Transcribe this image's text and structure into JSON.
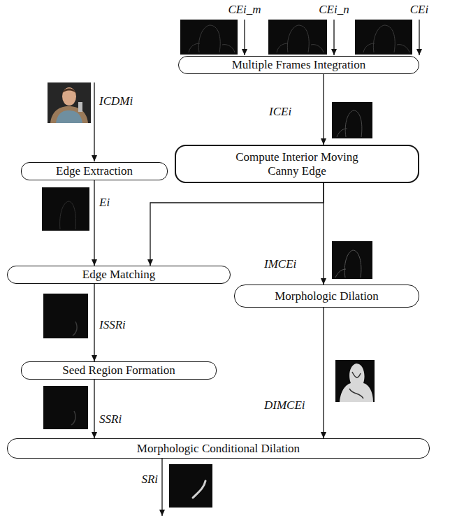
{
  "diagram": {
    "nodes": [
      {
        "text": [
          "Multiple Frames Integration"
        ]
      },
      {
        "text": [
          "Edge Extraction"
        ]
      },
      {
        "text": [
          "Compute Interior Moving Canny Edge"
        ]
      },
      {
        "text": [
          "Edge Matching"
        ]
      },
      {
        "text": [
          "Morphologic Dilation"
        ]
      },
      {
        "text": [
          "Seed Region Formation"
        ]
      },
      {
        "text": [
          "Morphologic Conditional Dilation"
        ]
      }
    ],
    "edges": [
      {
        "from": 0,
        "to": 2,
        "arrow": "to",
        "label": "ICEi"
      },
      {
        "from": 1,
        "to": 3,
        "arrow": "to",
        "label": "Ei"
      },
      {
        "from": 2,
        "to": 3,
        "arrow": "to"
      },
      {
        "from": 2,
        "to": 4,
        "arrow": "to",
        "label": "IMCEi"
      },
      {
        "from": 3,
        "to": 5,
        "arrow": "to",
        "label": "ISSRi"
      },
      {
        "from": 4,
        "to": 6,
        "arrow": "to",
        "label": "DIMCEi"
      },
      {
        "from": 5,
        "to": 6,
        "arrow": "to",
        "label": "SSRi"
      }
    ],
    "labels": [
      "CEi_m",
      "CEi_n",
      "CEi",
      "ICDMi",
      "SRi"
    ]
  }
}
